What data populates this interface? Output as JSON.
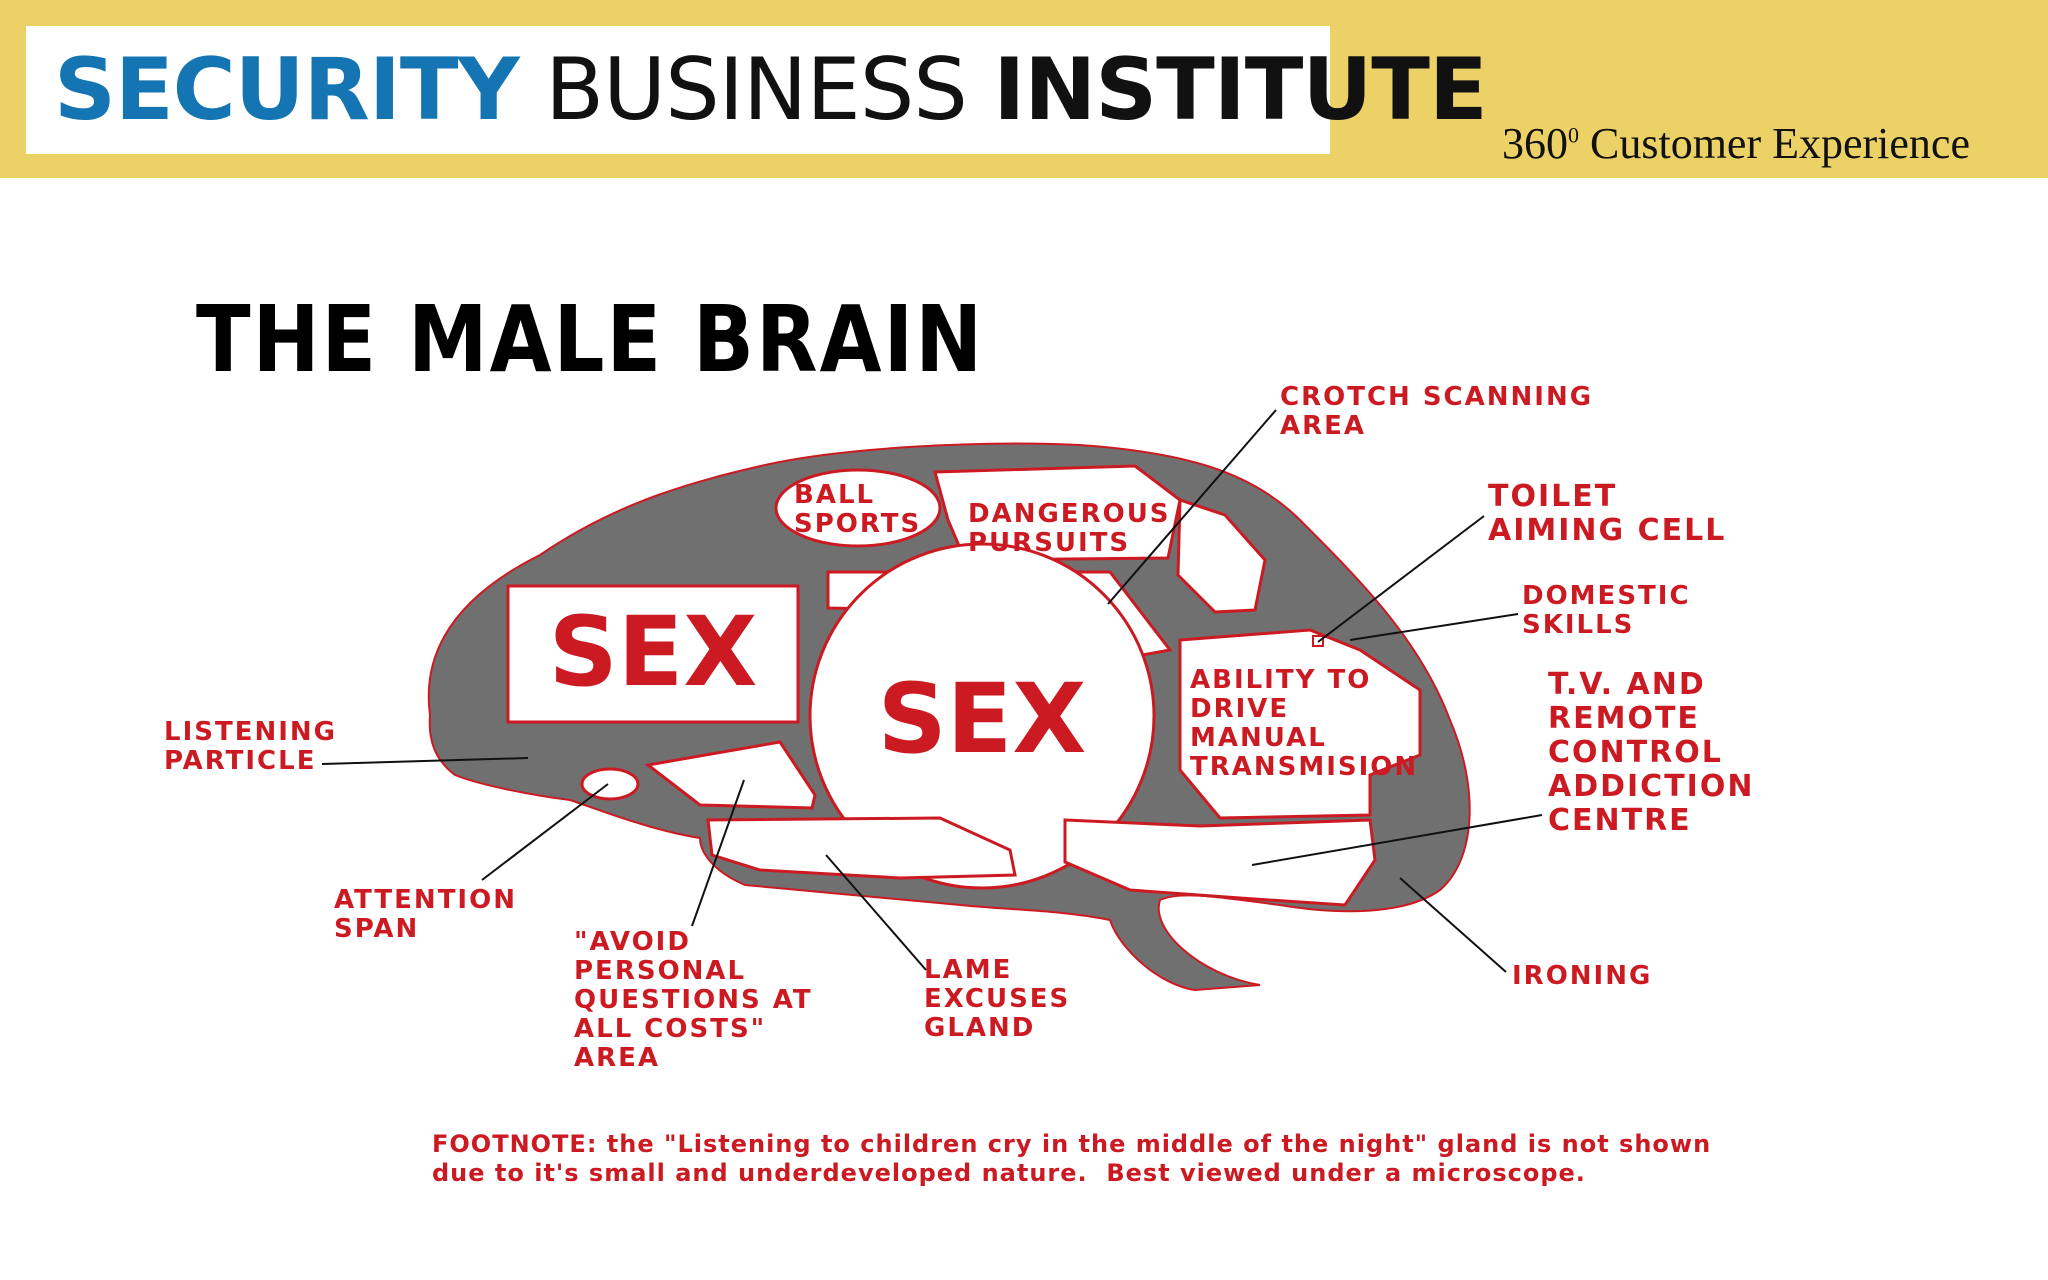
{
  "header": {
    "logo_part1": "SECURITY",
    "logo_part2": " BUSINESS ",
    "logo_part3": "INSTITUTE",
    "subtitle_prefix": "360",
    "subtitle_superscript": "0",
    "subtitle_suffix": " Customer Experience"
  },
  "diagram": {
    "title": "THE MALE BRAIN",
    "regions": {
      "sex_box": "SEX",
      "sex_circle": "SEX",
      "ball_sports": "BALL\nSPORTS",
      "dangerous_pursuits": "DANGEROUS\nPURSUITS",
      "manual_transmission": "ABILITY TO\nDRIVE\nMANUAL\nTRANSMISION"
    },
    "callouts": {
      "crotch_scanning": "CROTCH SCANNING\nAREA",
      "toilet_aiming": "TOILET\nAIMING CELL",
      "domestic_skills": "DOMESTIC\nSKILLS",
      "tv_remote": "T.V. AND\nREMOTE\nCONTROL\nADDICTION\nCENTRE",
      "listening_particle": "LISTENING\nPARTICLE",
      "attention_span": "ATTENTION\nSPAN",
      "avoid_questions": "\"AVOID\nPERSONAL\nQUESTIONS AT\nALL COSTS\"\nAREA",
      "lame_excuses": "LAME\nEXCUSES\nGLAND",
      "ironing": "IRONING"
    },
    "footnote": "FOOTNOTE: the \"Listening to children cry in the middle of the night\" gland is not shown\ndue to it's small and underdeveloped nature.  Best viewed under a microscope.",
    "colors": {
      "brain_gray": "#707070",
      "label_red": "#cc1a22",
      "header_yellow": "#ecd266",
      "logo_blue": "#1475b2"
    }
  }
}
